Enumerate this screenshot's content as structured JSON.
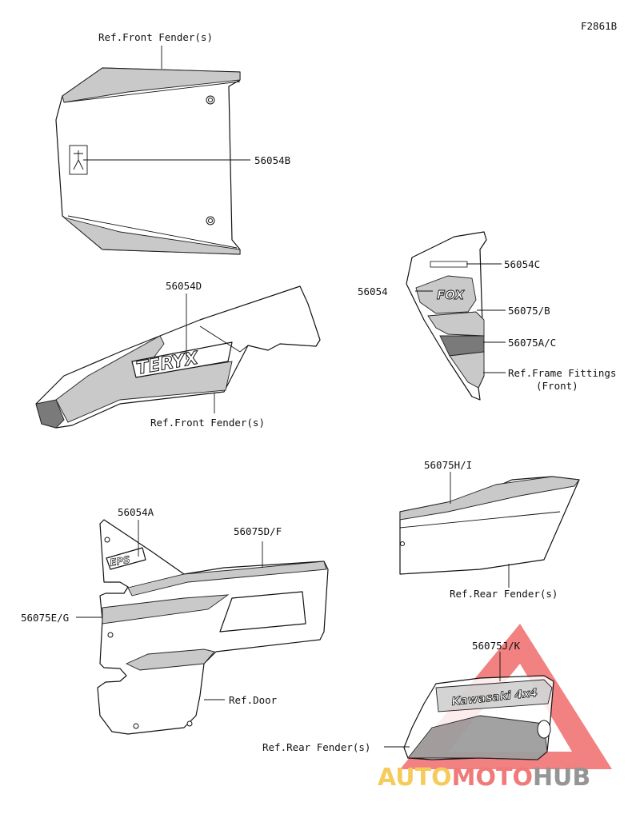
{
  "figure_code": "F2861B",
  "labels": {
    "ref_front_fender_top": "Ref.Front Fender(s)",
    "p56054B": "56054B",
    "p56054D": "56054D",
    "ref_front_fender_mid": "Ref.Front Fender(s)",
    "p56054C": "56054C",
    "p56054": "56054",
    "p56075B": "56075/B",
    "p56075AC": "56075A/C",
    "ref_frame_fittings_1": "Ref.Frame Fittings",
    "ref_frame_fittings_2": "(Front)",
    "p56054A": "56054A",
    "p56075DF": "56075D/F",
    "p56075EG": "56075E/G",
    "ref_door": "Ref.Door",
    "p56075HI": "56075H/I",
    "ref_rear_fender_1": "Ref.Rear Fender(s)",
    "p56075JK": "56075J/K",
    "ref_rear_fender_2": "Ref.Rear Fender(s)"
  },
  "decal_text": {
    "teryx": "TERYX",
    "fox": "FOX",
    "eps": "EPS",
    "kawasaki_4x4": "Kawasaki 4x4"
  },
  "watermark": {
    "part1": "AUTO",
    "part2": "MOTO",
    "part3": "HUB",
    "colors": {
      "auto": "#f5c74a",
      "moto": "#ef6b6b",
      "hub": "#8a8a8a",
      "triangle": "#ef5a5a"
    }
  }
}
